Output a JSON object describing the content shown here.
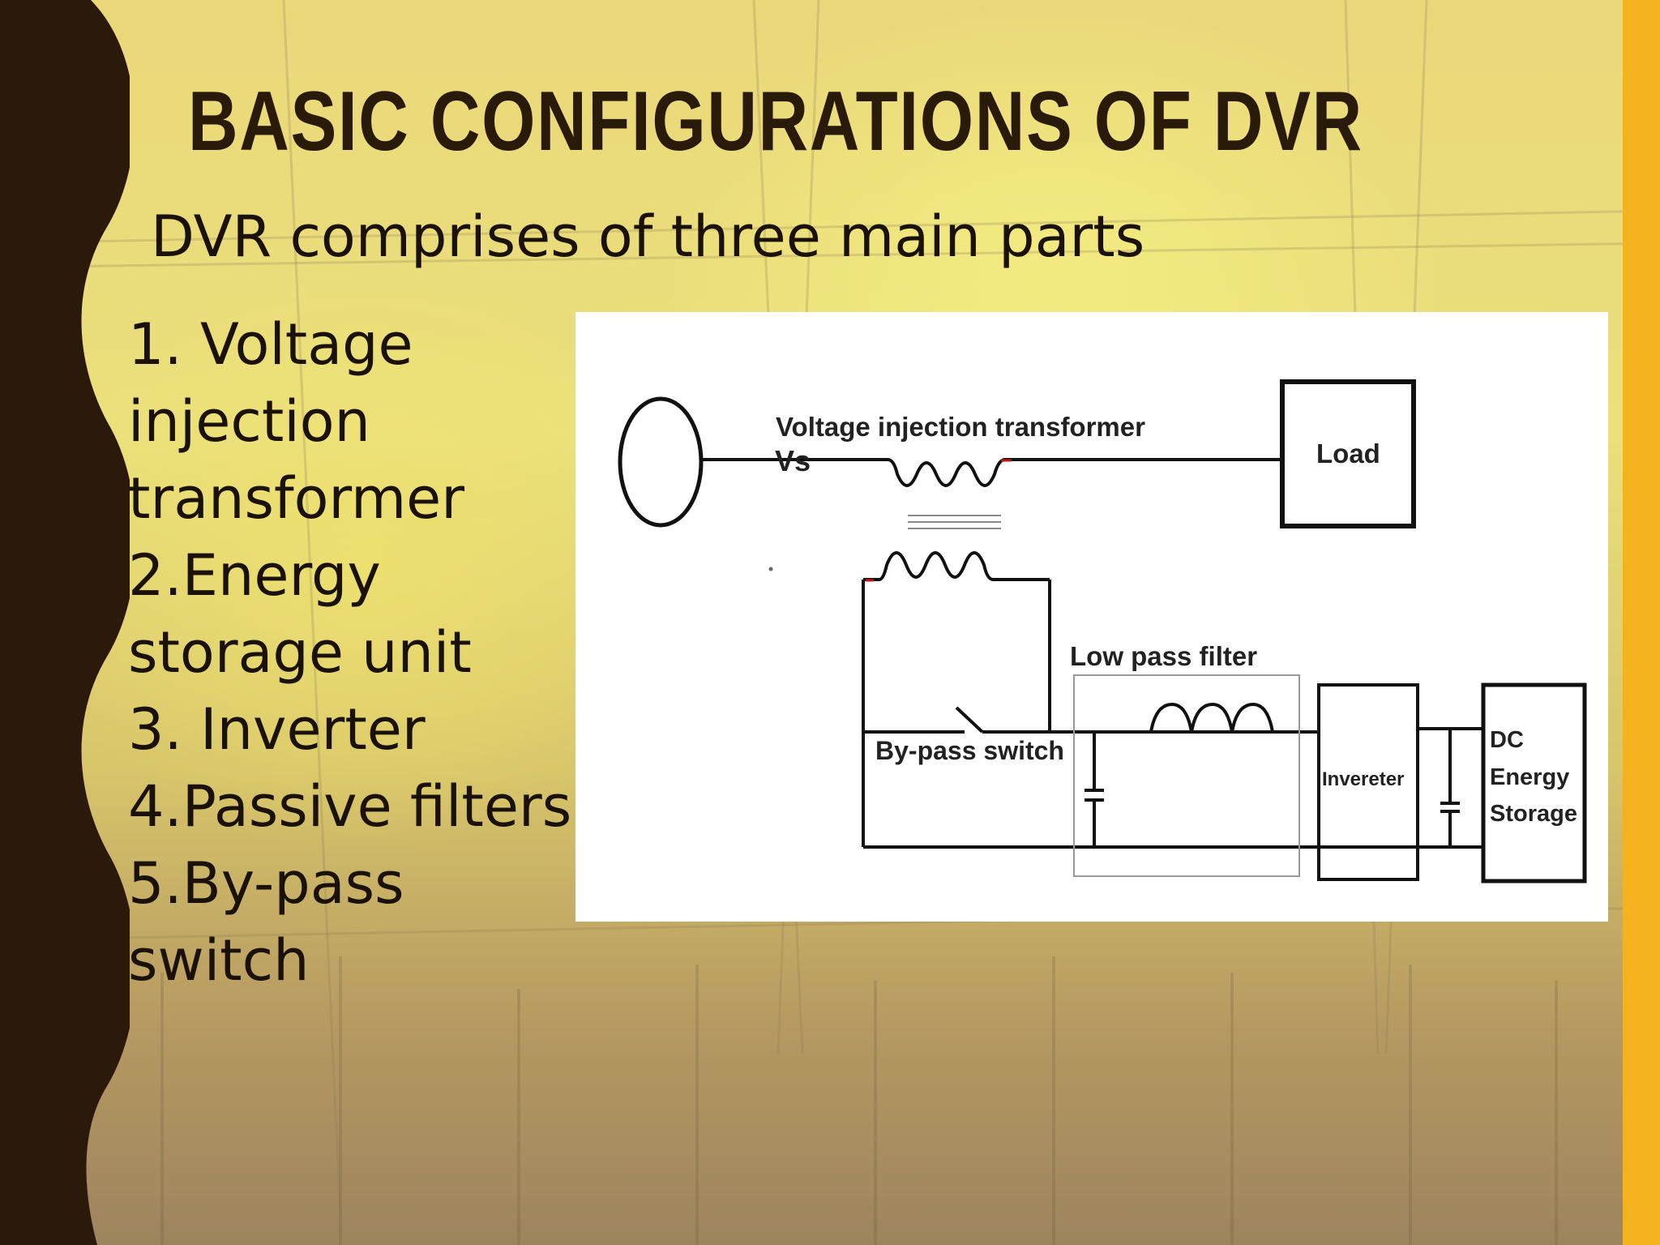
{
  "slide": {
    "title": "BASIC CONFIGURATIONS OF DVR",
    "subtitle": "DVR comprises of three main parts",
    "parts": [
      "1. Voltage injection transformer",
      "2.Energy storage unit",
      "3. Inverter",
      "4.Passive filters",
      "5.By-pass switch"
    ]
  },
  "diagram": {
    "source_label": "Vs",
    "transformer_label": "Voltage injection transformer",
    "load_label": "Load",
    "filter_label": "Low pass filter",
    "switch_label": "By-pass switch",
    "inverter_label": "Invereter",
    "storage_label_line1": "DC",
    "storage_label_line2": "Energy",
    "storage_label_line3": "Storage"
  },
  "colors": {
    "accent_strip": "#f4b21e",
    "left_band": "#2b1a0c",
    "title_text": "#2a1a0a"
  }
}
